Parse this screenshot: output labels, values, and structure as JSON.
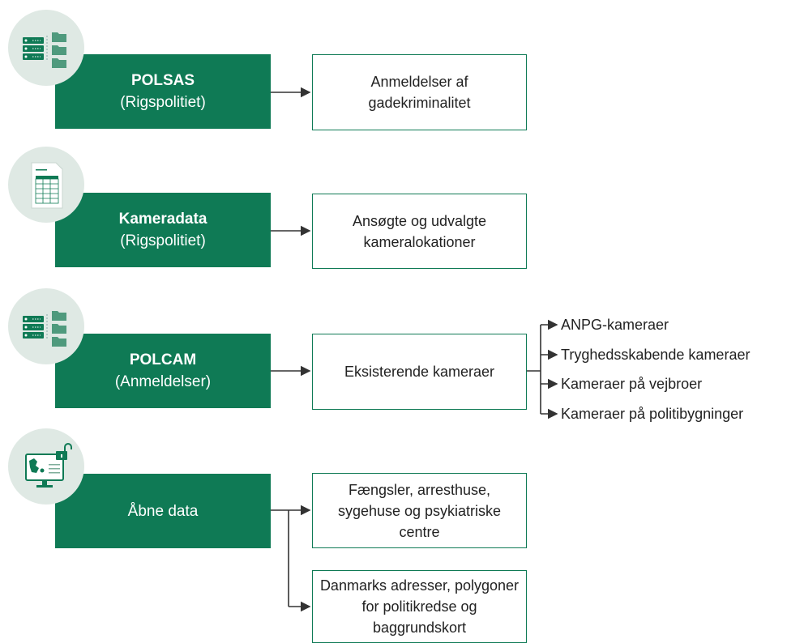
{
  "sources": [
    {
      "name": "POLSAS",
      "sub": "(Rigspolitiet)",
      "icon": "server-folders-icon"
    },
    {
      "name": "Kameradata",
      "sub": "(Rigspolitiet)",
      "icon": "spreadsheet-document-icon"
    },
    {
      "name": "POLCAM",
      "sub": "(Anmeldelser)",
      "icon": "server-folders-icon"
    },
    {
      "name": "",
      "sub": "Åbne data",
      "icon": "monitor-map-unlock-icon"
    }
  ],
  "outputs": [
    "Anmeldelser af gadekriminalitet",
    "Ansøgte og udvalgte kameralokationer",
    "Eksisterende kameraer",
    "Fængsler, arresthuse, sygehuse og psykiatriske centre",
    "Danmarks adresser, polygoner for politikredse og baggrundskort"
  ],
  "camera_types": [
    "ANPG-kameraer",
    "Tryghedsskabende kameraer",
    "Kameraer på vejbroer",
    "Kameraer på politibygninger"
  ],
  "colors": {
    "brand_green": "#0f7a55",
    "icon_circle": "#dfe9e4",
    "connector": "#333333"
  }
}
